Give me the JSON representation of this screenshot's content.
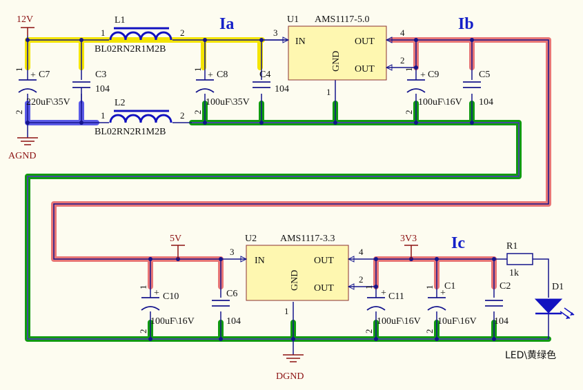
{
  "nets": {
    "vin": "12V",
    "agnd": "AGND",
    "v5": "5V",
    "dgnd": "DGND",
    "v33": "3V3"
  },
  "currents": {
    "ia": "Ia",
    "ib": "Ib",
    "ic": "Ic"
  },
  "inductors": {
    "l1": {
      "ref": "L1",
      "part": "BL02RN2R1M2B",
      "pin1": "1",
      "pin2": "2"
    },
    "l2": {
      "ref": "L2",
      "part": "BL02RN2R1M2B",
      "pin1": "1",
      "pin2": "2"
    }
  },
  "regulators": {
    "u1": {
      "ref": "U1",
      "part": "AMS1117-5.0",
      "in": "IN",
      "out1": "OUT",
      "out2": "OUT",
      "gnd": "GND",
      "pin_in": "3",
      "pin_out1": "4",
      "pin_out2": "2",
      "pin_gnd": "1"
    },
    "u2": {
      "ref": "U2",
      "part": "AMS1117-3.3",
      "in": "IN",
      "out1": "OUT",
      "out2": "OUT",
      "gnd": "GND",
      "pin_in": "3",
      "pin_out1": "4",
      "pin_out2": "2",
      "pin_gnd": "1"
    }
  },
  "capacitors": {
    "c7": {
      "ref": "C7",
      "value": "220uF\\35V",
      "p1": "1",
      "p2": "2"
    },
    "c3": {
      "ref": "C3",
      "value": "104"
    },
    "c8": {
      "ref": "C8",
      "value": "100uF\\35V",
      "p1": "1",
      "p2": "2"
    },
    "c4": {
      "ref": "C4",
      "value": "104"
    },
    "c9": {
      "ref": "C9",
      "value": "100uF\\16V",
      "p1": "1",
      "p2": "2"
    },
    "c5": {
      "ref": "C5",
      "value": "104"
    },
    "c10": {
      "ref": "C10",
      "value": "100uF\\16V",
      "p1": "1",
      "p2": "2"
    },
    "c6": {
      "ref": "C6",
      "value": "104"
    },
    "c11": {
      "ref": "C11",
      "value": "100uF\\16V",
      "p1": "1",
      "p2": "2"
    },
    "c1": {
      "ref": "C1",
      "value": "10uF\\16V",
      "p1": "1",
      "p2": "2"
    },
    "c2": {
      "ref": "C2",
      "value": "104"
    }
  },
  "resistor": {
    "ref": "R1",
    "value": "1k"
  },
  "led": {
    "ref": "D1",
    "value": "LED\\黄绿色"
  },
  "colors": {
    "yellow_highlight": "#f3e400",
    "red_highlight": "#e87676",
    "blue_highlight": "#5a5ae6",
    "green_highlight": "#119a11",
    "wire": "#14148c",
    "current_label": "#1520c8",
    "power_port": "#8b1010",
    "ic_fill": "#fef7b0"
  }
}
